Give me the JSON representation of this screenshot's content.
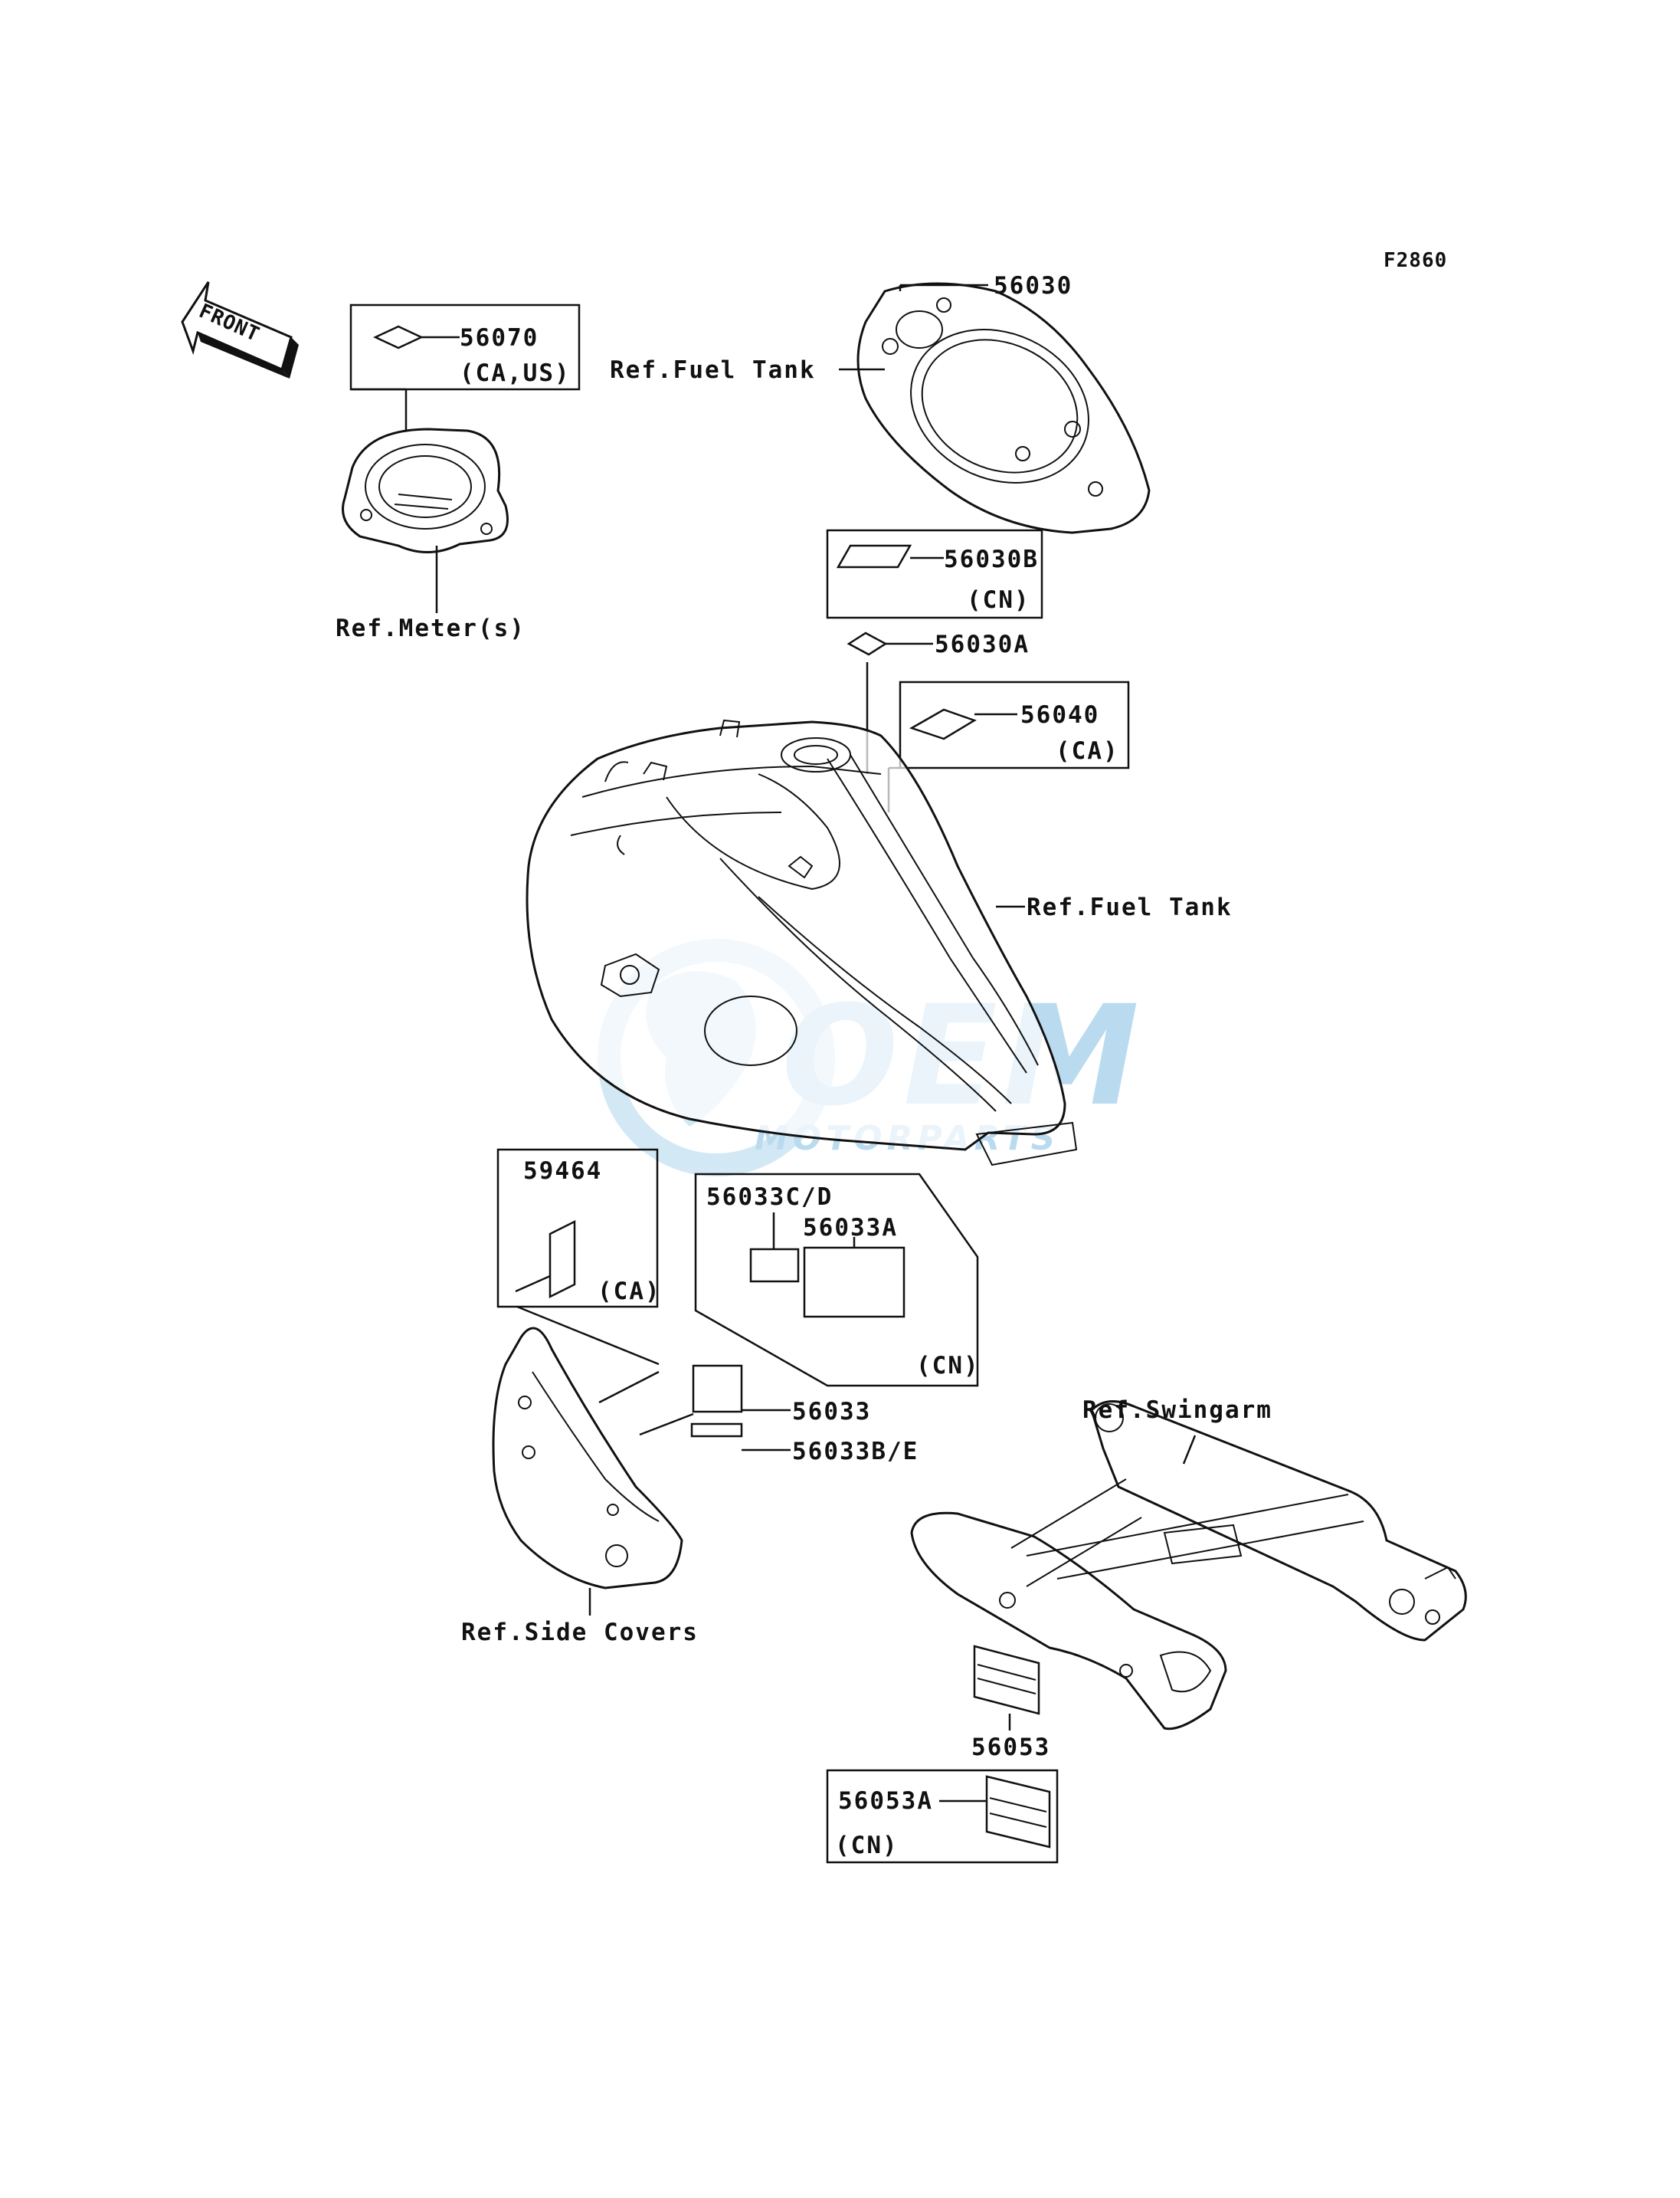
{
  "figure_code": "F2860",
  "front_arrow_label": "FRONT",
  "watermark": {
    "line1": "OEM",
    "line2": "MOTORPARTS"
  },
  "callouts": {
    "p56070": "56070",
    "p56070_note": "(CA,US)",
    "ref_meter": "Ref.Meter(s)",
    "p56030": "56030",
    "ref_fuel_tank_top": "Ref.Fuel Tank",
    "p56030B": "56030B",
    "p56030B_note": "(CN)",
    "p56030A": "56030A",
    "p56040": "56040",
    "p56040_note": "(CA)",
    "ref_fuel_tank_mid": "Ref.Fuel Tank",
    "p59464": "59464",
    "p59464_note": "(CA)",
    "p56033CD": "56033C/D",
    "p56033A": "56033A",
    "p56033A_note": "(CN)",
    "p56033": "56033",
    "p56033BE": "56033B/E",
    "ref_side_covers": "Ref.Side Covers",
    "ref_swingarm": "Ref.Swingarm",
    "p56053": "56053",
    "p56053A": "56053A",
    "p56053A_note": "(CN)"
  }
}
